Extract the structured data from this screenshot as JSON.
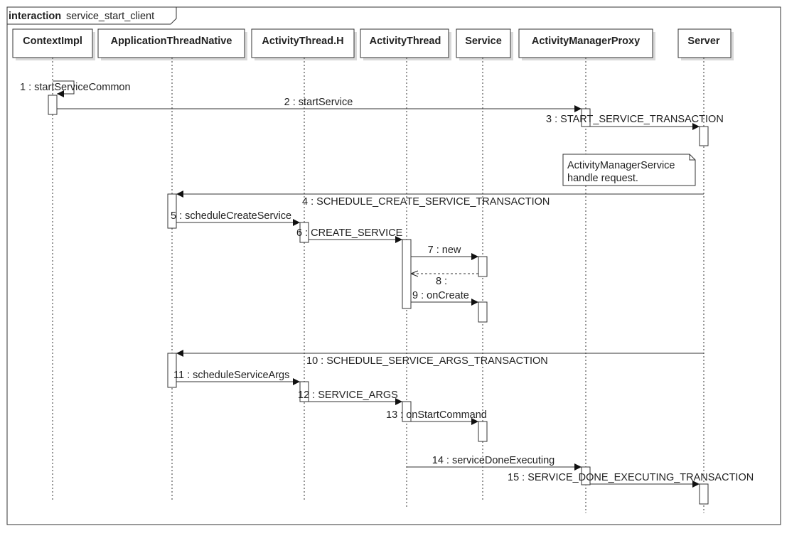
{
  "frame": {
    "keyword": "interaction",
    "name": "service_start_client"
  },
  "lifelines": [
    {
      "id": "contextimpl",
      "label": "ContextImpl"
    },
    {
      "id": "appthreadnative",
      "label": "ApplicationThreadNative"
    },
    {
      "id": "activitythreadh",
      "label": "ActivityThread.H"
    },
    {
      "id": "activitythread",
      "label": "ActivityThread"
    },
    {
      "id": "service",
      "label": "Service"
    },
    {
      "id": "amproxy",
      "label": "ActivityManagerProxy"
    },
    {
      "id": "server",
      "label": "Server"
    }
  ],
  "messages": [
    {
      "from": "contextimpl",
      "to": "contextimpl",
      "label": "1 : startServiceCommon",
      "kind": "self"
    },
    {
      "from": "contextimpl",
      "to": "amproxy",
      "label": "2 : startService",
      "kind": "sync"
    },
    {
      "from": "amproxy",
      "to": "server",
      "label": "3 : START_SERVICE_TRANSACTION",
      "kind": "sync"
    },
    {
      "from": "server",
      "to": "appthreadnative",
      "label": "4 : SCHEDULE_CREATE_SERVICE_TRANSACTION",
      "kind": "sync"
    },
    {
      "from": "appthreadnative",
      "to": "activitythreadh",
      "label": "5 : scheduleCreateService",
      "kind": "sync"
    },
    {
      "from": "activitythreadh",
      "to": "activitythread",
      "label": "6 : CREATE_SERVICE",
      "kind": "sync"
    },
    {
      "from": "activitythread",
      "to": "service",
      "label": "7 : new",
      "kind": "sync"
    },
    {
      "from": "service",
      "to": "activitythread",
      "label": "8 :",
      "kind": "reply"
    },
    {
      "from": "activitythread",
      "to": "service",
      "label": "9 : onCreate",
      "kind": "sync"
    },
    {
      "from": "server",
      "to": "appthreadnative",
      "label": "10 : SCHEDULE_SERVICE_ARGS_TRANSACTION",
      "kind": "sync"
    },
    {
      "from": "appthreadnative",
      "to": "activitythreadh",
      "label": "11 : scheduleServiceArgs",
      "kind": "sync"
    },
    {
      "from": "activitythreadh",
      "to": "activitythread",
      "label": "12 : SERVICE_ARGS",
      "kind": "sync"
    },
    {
      "from": "activitythread",
      "to": "service",
      "label": "13 : onStartCommand",
      "kind": "sync"
    },
    {
      "from": "activitythread",
      "to": "amproxy",
      "label": "14 : serviceDoneExecuting",
      "kind": "sync"
    },
    {
      "from": "amproxy",
      "to": "server",
      "label": "15 : SERVICE_DONE_EXECUTING_TRANSACTION",
      "kind": "sync"
    }
  ],
  "note": {
    "attached_to": "server",
    "lines": [
      "ActivityManagerService",
      "handle request."
    ]
  },
  "colors": {
    "line": "#333333",
    "box_fill": "#ffffff",
    "shadow": "#d9d9d9",
    "text": "#222222"
  }
}
